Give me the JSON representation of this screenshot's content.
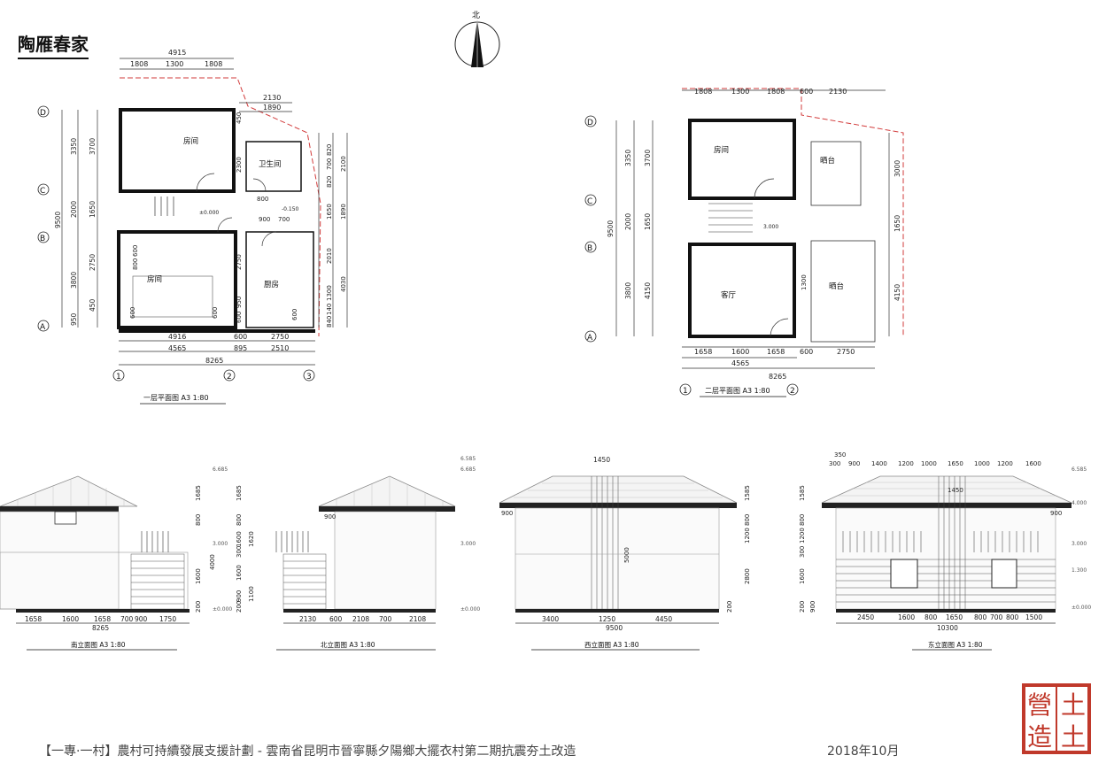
{
  "project_title": "陶雁春家",
  "compass_label": "北",
  "first_floor": {
    "caption": "一层平面图 A3 1:80",
    "rooms": [
      "房间",
      "卫生间",
      "房间",
      "厨房"
    ],
    "top_dims": [
      "4915",
      "1808",
      "1300",
      "1808"
    ],
    "top_right_dims": [
      "2130",
      "1890"
    ],
    "bottom_dims_row1": [
      "4916",
      "600",
      "2750"
    ],
    "bottom_dims_row2": [
      "4565",
      "895",
      "2510"
    ],
    "bottom_total": "8265",
    "left_dims": [
      "3350",
      "3700",
      "9500",
      "2000",
      "1650",
      "2750",
      "3800",
      "950",
      "450"
    ],
    "inner_dims": [
      "450",
      "2300",
      "800",
      "900",
      "700",
      "600",
      "800",
      "600",
      "600",
      "600",
      "2750",
      "950",
      "600"
    ],
    "right_dims": [
      "820",
      "700",
      "820",
      "2100",
      "1650",
      "1890",
      "2010",
      "1300",
      "4030",
      "140",
      "840"
    ],
    "axis_rows": [
      "D",
      "C",
      "B",
      "A"
    ],
    "axis_cols": [
      "1",
      "2",
      "3"
    ],
    "levels": [
      "±0.000",
      "-0.150"
    ]
  },
  "second_floor": {
    "caption": "二层平面图 A3 1:80",
    "rooms": [
      "房间",
      "晒台",
      "客厅",
      "晒台"
    ],
    "top_dims": [
      "1808",
      "1300",
      "1808",
      "600",
      "2130"
    ],
    "bottom_dims": [
      "1658",
      "1600",
      "1658",
      "600",
      "2750"
    ],
    "bottom_sub": "4565",
    "bottom_total": "8265",
    "left_dims": [
      "3350",
      "3700",
      "9500",
      "2000",
      "1650",
      "3800",
      "4150"
    ],
    "right_dims": [
      "3000",
      "1650",
      "4150",
      "1300"
    ],
    "axis_rows": [
      "D",
      "C",
      "B",
      "A"
    ],
    "axis_cols": [
      "1",
      "2"
    ],
    "level": "3.000"
  },
  "elevations": [
    {
      "caption": "南立面图 A3 1:80",
      "bottom_dims": [
        "1658",
        "1600",
        "1658",
        "700",
        "900",
        "1750"
      ],
      "bottom_total": "8265",
      "side_dims": [
        "1685",
        "800",
        "1600",
        "4000",
        "200"
      ],
      "levels": [
        "6.685",
        "3.000",
        "±0.000"
      ]
    },
    {
      "caption": "北立面图 A3 1:80",
      "bottom_dims": [
        "2130",
        "600",
        "2108",
        "700",
        "2108"
      ],
      "top_note": "900",
      "side_dims": [
        "1685",
        "800",
        "1600",
        "300",
        "1620",
        "1600",
        "200",
        "900",
        "1100"
      ],
      "levels": [
        "6.685",
        "3.000",
        "±0.000"
      ]
    },
    {
      "caption": "西立面图 A3 1:80",
      "top_dim": "1450",
      "bottom_dims": [
        "3400",
        "1250",
        "4450"
      ],
      "bottom_total": "9500",
      "mid_dim": "5000",
      "side_dims": [
        "1585",
        "800",
        "1200",
        "2800",
        "200"
      ],
      "left_note": "900",
      "levels": [
        "6.585"
      ]
    },
    {
      "caption": "东立面图 A3 1:80",
      "top_dims": [
        "350",
        "300",
        "900",
        "1400",
        "1200",
        "1000",
        "1650",
        "1000",
        "1200",
        "1600"
      ],
      "ridge_dim": "1450",
      "bottom_dims": [
        "2450",
        "1600",
        "800",
        "1650",
        "800",
        "700",
        "800",
        "1500"
      ],
      "bottom_total": "10300",
      "side_dims": [
        "1585",
        "800",
        "1200",
        "300",
        "1600",
        "200",
        "900"
      ],
      "right_note": "900",
      "levels": [
        "6.585",
        "4.000",
        "3.000",
        "1.300",
        "±0.000"
      ]
    }
  ],
  "footer": {
    "program_text": "【一專·一村】農村可持續發展支援計劃 - 雲南省昆明市晉寧縣夕陽鄉大擺衣村第二期抗震夯土改造",
    "date": "2018年10月"
  },
  "seal": {
    "chars": [
      "土",
      "土",
      "營",
      "造"
    ],
    "color": "#c0392b"
  },
  "colors": {
    "wall": "#111111",
    "dim": "#333333",
    "red_dash": "#d23b3b",
    "roof": "#888888"
  }
}
